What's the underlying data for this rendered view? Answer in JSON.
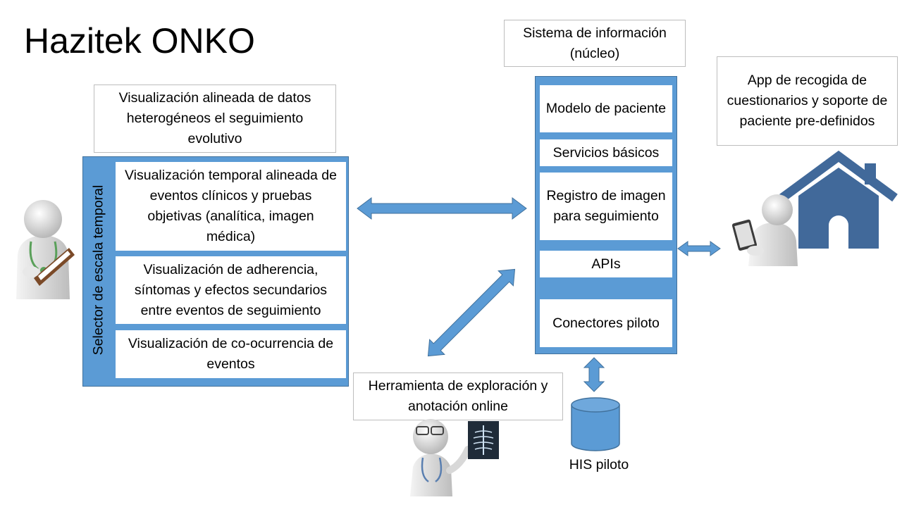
{
  "title": "Hazitek ONKO",
  "left": {
    "header": "Visualización alineada de datos heterogéneos el seguimiento evolutivo",
    "selector_label": "Selector de escala temporal",
    "panels": [
      "Visualización temporal alineada de eventos clínicos y pruebas objetivas (analítica, imagen médica)",
      "Visualización de adherencia, síntomas y efectos secundarios entre eventos de seguimiento",
      "Visualización de co-ocurrencia de eventos"
    ]
  },
  "core": {
    "header": "Sistema de información (núcleo)",
    "modules": [
      "Modelo de paciente",
      "Servicios básicos",
      "Registro de imagen para seguimiento",
      "APIs",
      "",
      "Conectores piloto"
    ]
  },
  "app": {
    "label": "App de recogida de cuestionarios y soporte de paciente pre-definidos"
  },
  "tool": {
    "label": "Herramienta de exploración y anotación online"
  },
  "his": {
    "label": "HIS piloto"
  },
  "colors": {
    "accent": "#5b9bd5",
    "accent_border": "#41719c",
    "house": "#41699a"
  },
  "icons": [
    "doctor-with-clipboard-icon",
    "patient-with-tablet-icon",
    "house-icon",
    "doctor-with-xray-icon",
    "database-cylinder-icon"
  ]
}
